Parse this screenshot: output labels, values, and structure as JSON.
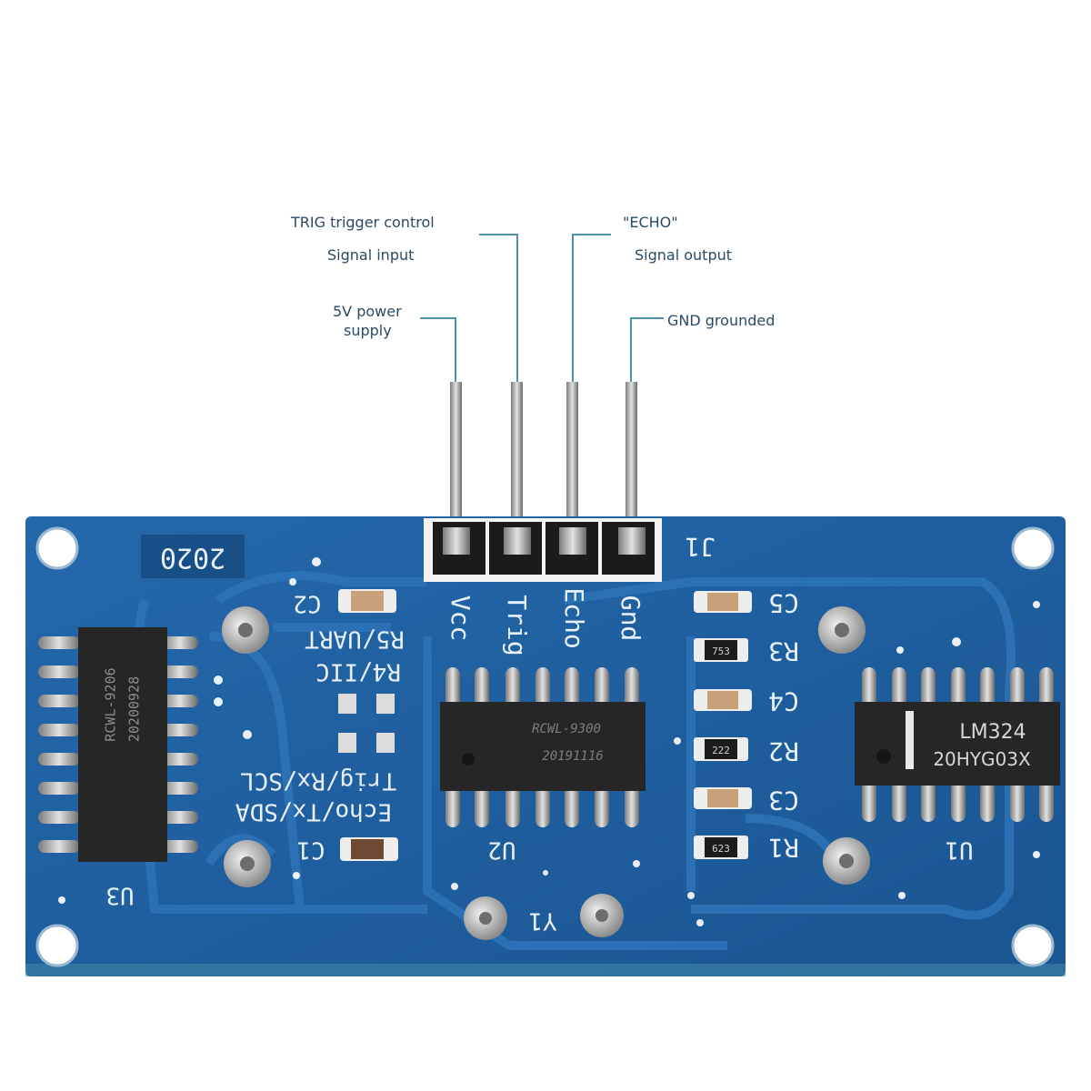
{
  "callouts": {
    "trig_line1": "TRIG trigger control",
    "trig_line2": "Signal input",
    "echo_line1": "\"ECHO\"",
    "echo_line2": "Signal output",
    "vcc_line1": "5V power",
    "vcc_line2": "supply",
    "gnd_line1": "GND grounded"
  },
  "board": {
    "year_mark": "2020",
    "connector_label": "J1",
    "pins": [
      "Vcc",
      "Trig",
      "Echo",
      "Gnd"
    ],
    "silk_left": {
      "c2": "C2",
      "r5": "R5/UART",
      "r4": "R4/IIC",
      "trig_rx": "Trig/Rx/SCL",
      "echo_tx": "Echo/Tx/SDA",
      "c1": "C1",
      "u3": "U3",
      "u2": "U2",
      "y1": "Y1"
    },
    "silk_right": {
      "c5": "C5",
      "r3": "R3",
      "c4": "C4",
      "r2": "R2",
      "c3": "C3",
      "r1": "R1",
      "u1": "U1"
    },
    "chips": {
      "u3_line1": "RCWL-9206",
      "u3_line2": "20200928",
      "u2_line1": "RCWL-9300",
      "u2_line2": "20191116",
      "u1_line1": "LM324",
      "u1_line2": "20HYG03X"
    },
    "smd_codes": {
      "r3_code": "753",
      "r2_code": "222",
      "r1_code": "623"
    }
  },
  "colors": {
    "pcb": "#1f5f9f",
    "pcb_dark": "#154a80",
    "trace": "#2e74b8",
    "silk": "#e9f1f8",
    "callout_text": "#2a4a66",
    "callout_line": "#4f8fb0",
    "chip": "#2a2a2a",
    "pin_metal": "#c9c9c9"
  }
}
